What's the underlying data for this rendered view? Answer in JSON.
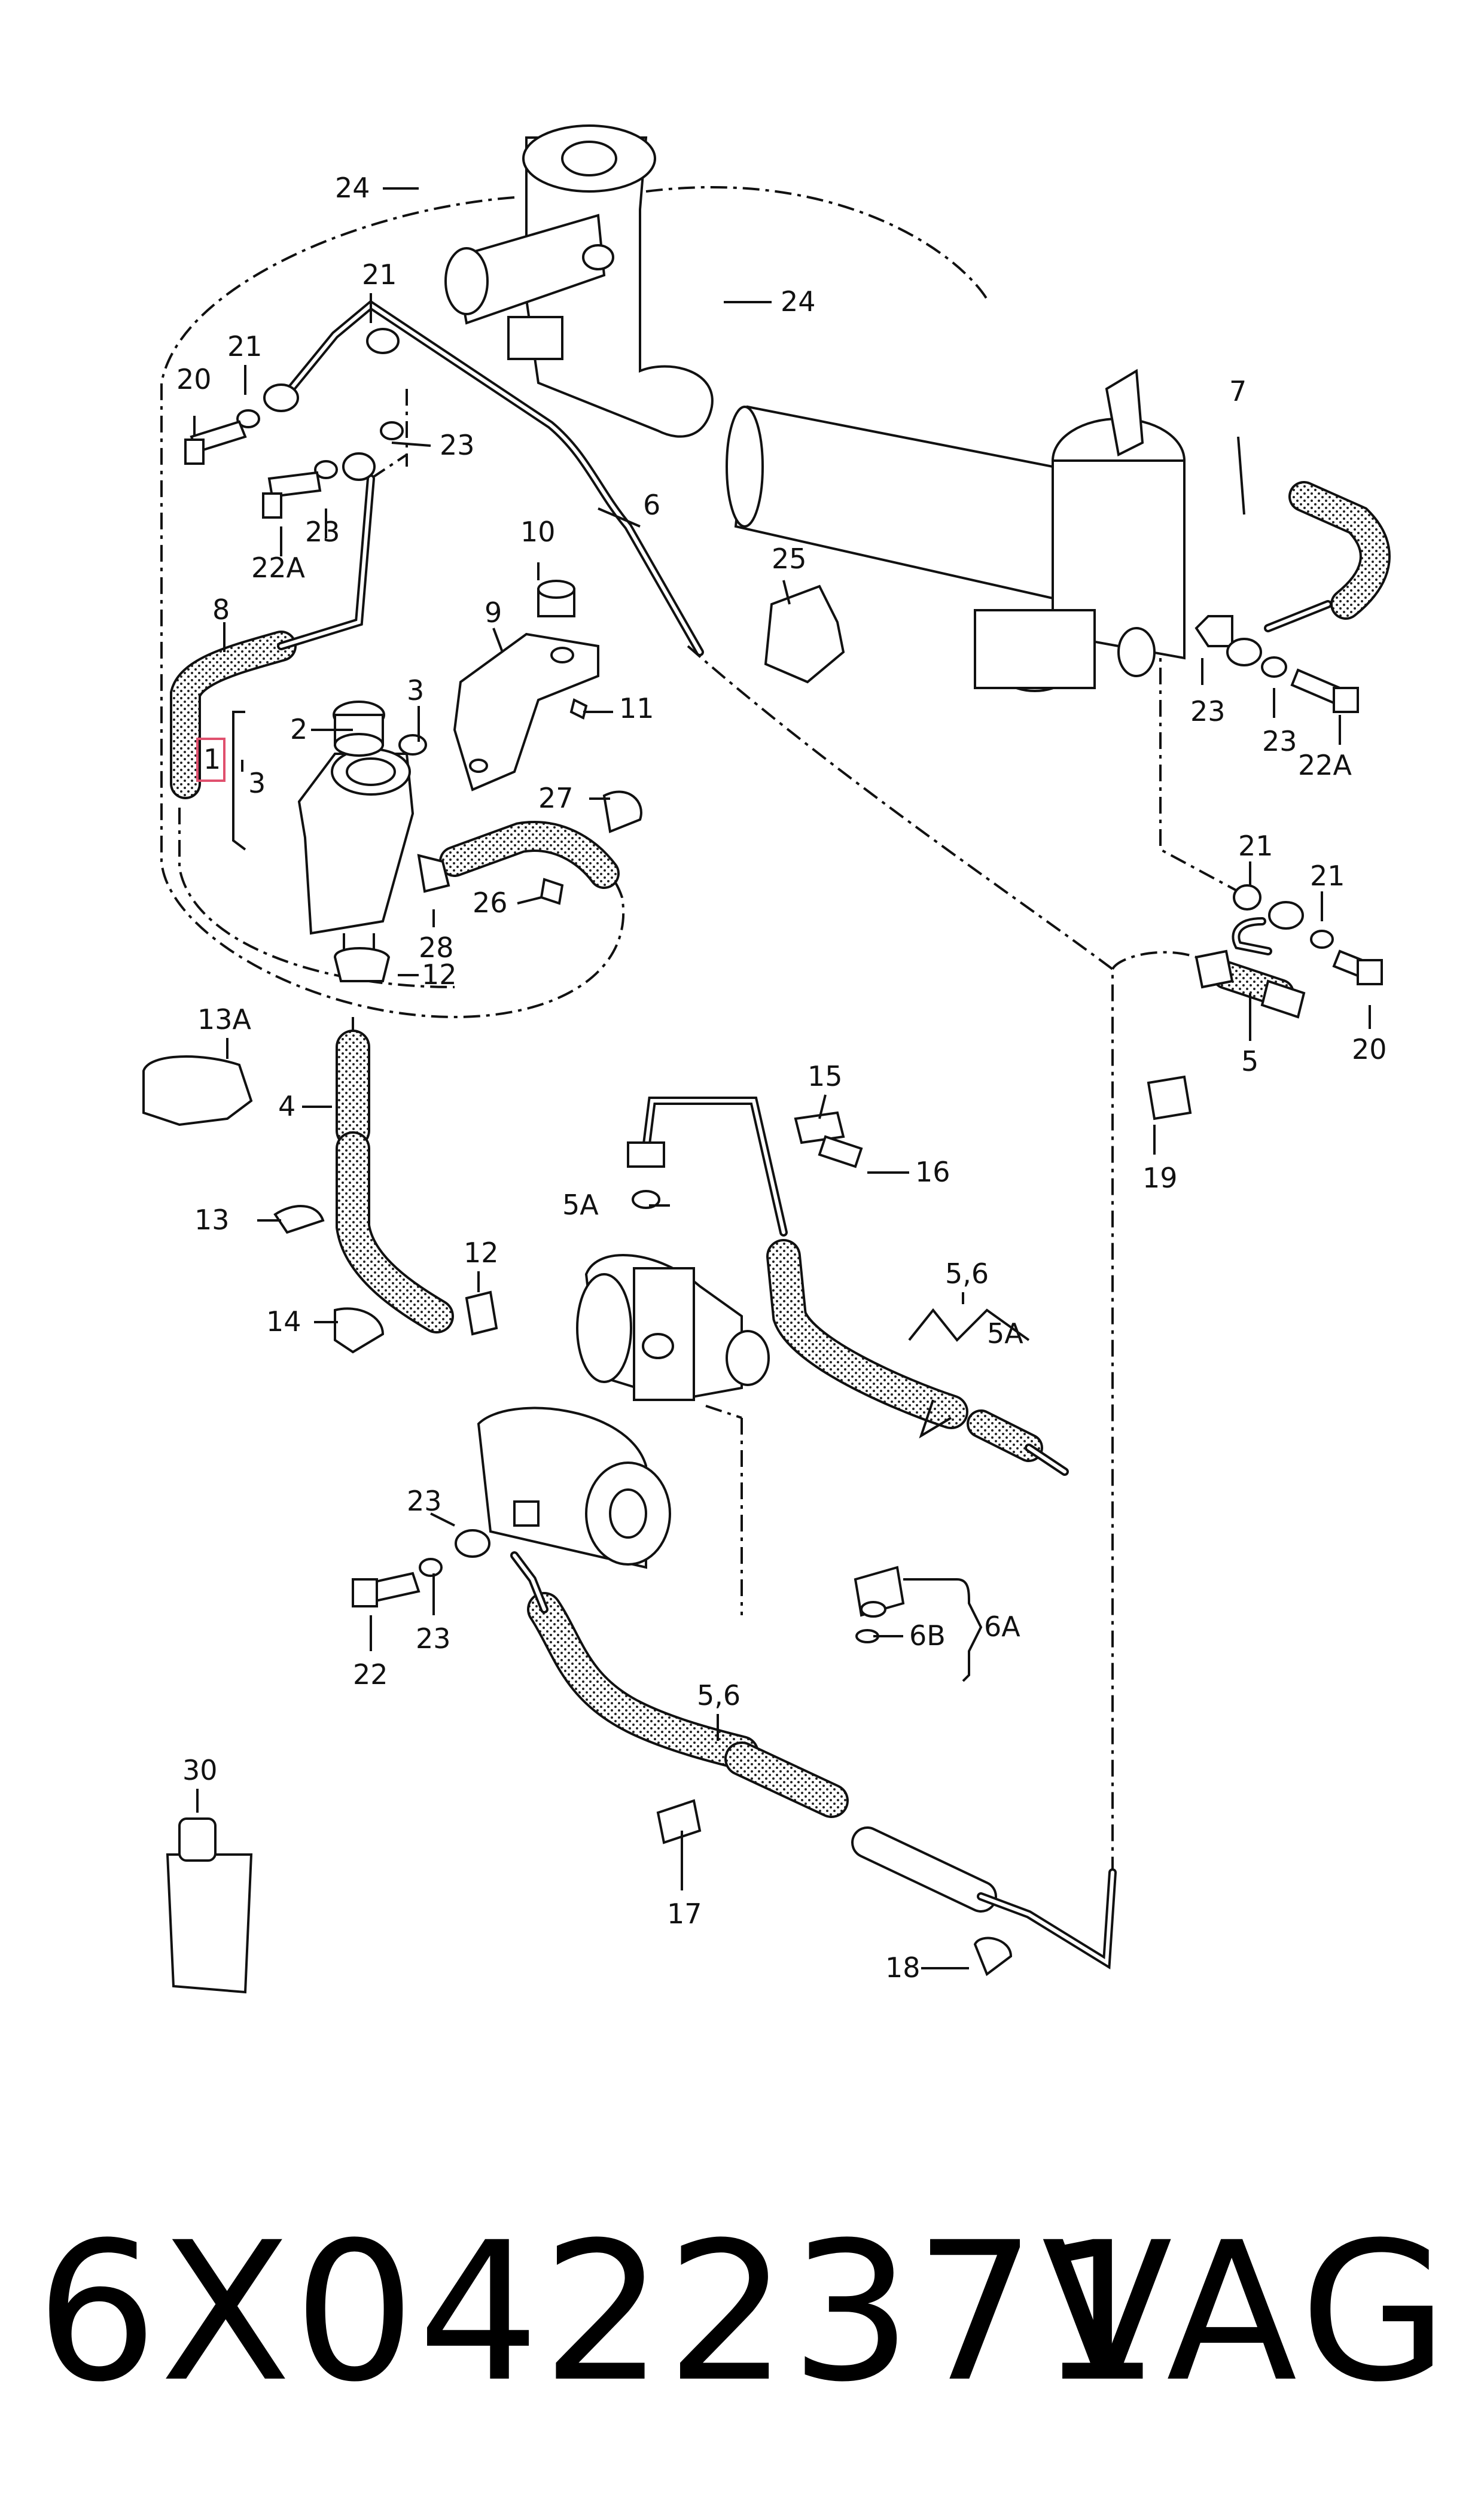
{
  "callouts": {
    "c24a": "24",
    "c24b": "24",
    "c21a": "21",
    "c21b": "21",
    "c20a": "20",
    "c23a": "23",
    "c23b": "23",
    "c22Aa": "22A",
    "c6": "6",
    "c7": "7",
    "c8": "8",
    "c10": "10",
    "c9": "9",
    "c25": "25",
    "c3a": "3",
    "c2": "2",
    "c1": "1",
    "c3b": "3",
    "c11": "11",
    "c27": "27",
    "c23c": "23",
    "c23d": "23",
    "c22Ab": "22A",
    "c21c": "21",
    "c21d": "21",
    "c26": "26",
    "c28": "28",
    "c12a": "12",
    "c5a": "5",
    "c20b": "20",
    "c13A": "13A",
    "c4": "4",
    "c13": "13",
    "c15": "15",
    "c16": "16",
    "c5A_a": "5A",
    "c19": "19",
    "c12b": "12",
    "c14": "14",
    "c56a": "5,6",
    "c5A_b": "5A",
    "c23e": "23",
    "c23f": "23",
    "c22": "22",
    "c6A": "6A",
    "c6B": "6B",
    "c56b": "5,6",
    "c30": "30",
    "c17": "17",
    "c18": "18"
  },
  "footer": {
    "part_number": "6X0422371",
    "brand": "VAG"
  },
  "colors": {
    "line": "#111111",
    "highlight_box": "#e0506e",
    "background": "#ffffff"
  }
}
